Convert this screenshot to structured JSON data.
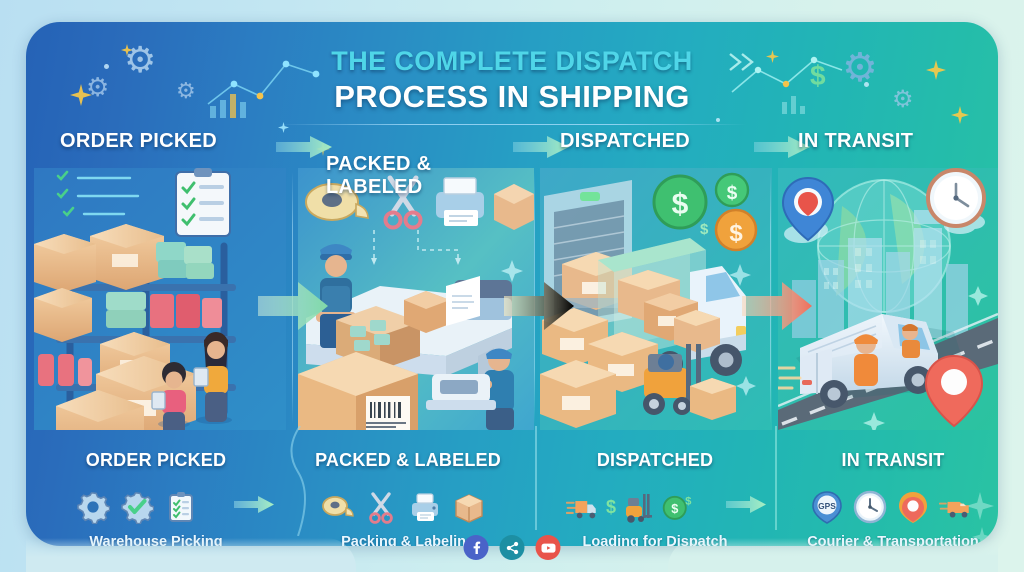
{
  "title": {
    "line1": "THE COMPLETE DISPATCH",
    "line2": "PROCESS IN SHIPPING"
  },
  "colors": {
    "panel_start": "#2562b6",
    "panel_end": "#2ac3a3",
    "title_accent": "#4fd6e8",
    "title_main": "#ffffff",
    "arrow_green": "#8ee6b0",
    "arrow_yellow": "#fbd34d",
    "arrow_orange": "#f4845f",
    "outer_bg": "#c3e6f1"
  },
  "stage_headers": [
    {
      "label": "ORDER PICKED"
    },
    {
      "label": "PACKED &\nLABELED"
    },
    {
      "label": "DISPATCHED"
    },
    {
      "label": "IN TRANSIT"
    }
  ],
  "header_arrows": [
    {
      "name": "header-arrow-1",
      "color": "#9ce8c4"
    },
    {
      "name": "header-arrow-2",
      "color": "#9ce8c4"
    },
    {
      "name": "header-arrow-3",
      "color": "#9ce8c4"
    }
  ],
  "scenes": [
    {
      "name": "warehouse-picking-scene",
      "alt": "Warehouse racking filled with cardboard boxes and colored cartons, two workers with tablets picking orders, checklist clipboard and gears overhead"
    },
    {
      "name": "packing-labeling-scene",
      "alt": "Packing station with worker sealing a box, label printer producing a label, tape roll, scissors and a barcode labeled carton"
    },
    {
      "name": "loading-dispatch-scene",
      "alt": "Loading dock with box truck being loaded, forklift carrying a pallet, stacked cartons and dollar coins"
    },
    {
      "name": "courier-transit-scene",
      "alt": "Delivery van driving on a highway with globe, city skyline, clock and map location pins"
    }
  ],
  "connector_arrows": [
    {
      "name": "connector-arrow-green",
      "color": "#86dfae"
    },
    {
      "name": "connector-arrow-yellow",
      "color": "#f8c957"
    },
    {
      "name": "connector-arrow-orange",
      "color": "#f2795c"
    }
  ],
  "summary": [
    {
      "title": "ORDER PICKED",
      "caption": "Warehouse Picking",
      "icons": [
        "gear-icon",
        "gear-check-icon",
        "clipboard-checklist-icon"
      ]
    },
    {
      "title": "PACKED & LABELED",
      "caption": "Packing & Labeling",
      "icons": [
        "tape-roll-icon",
        "scissors-icon",
        "printer-icon",
        "box-icon"
      ]
    },
    {
      "title": "DISPATCHED",
      "caption": "Loading for Dispatch",
      "icons": [
        "truck-icon",
        "dollar-sign-icon",
        "forklift-icon",
        "dollar-coin-icon"
      ]
    },
    {
      "title": "IN TRANSIT",
      "caption": "Courier & Transportation",
      "icons": [
        "gps-pin-icon",
        "clock-icon",
        "location-pin-icon",
        "delivery-van-icon"
      ]
    }
  ],
  "summary_arrows": [
    {
      "name": "summary-arrow-1",
      "color": "#9ce8c4"
    },
    {
      "name": "summary-arrow-2",
      "color": "#9ce8c4"
    }
  ],
  "social": [
    {
      "name": "facebook-icon",
      "glyph": "f",
      "color": "#4a63c8"
    },
    {
      "name": "share-icon",
      "glyph": "",
      "color": "#1d8fa3"
    },
    {
      "name": "youtube-icon",
      "glyph": "",
      "color": "#e8544a"
    }
  ]
}
